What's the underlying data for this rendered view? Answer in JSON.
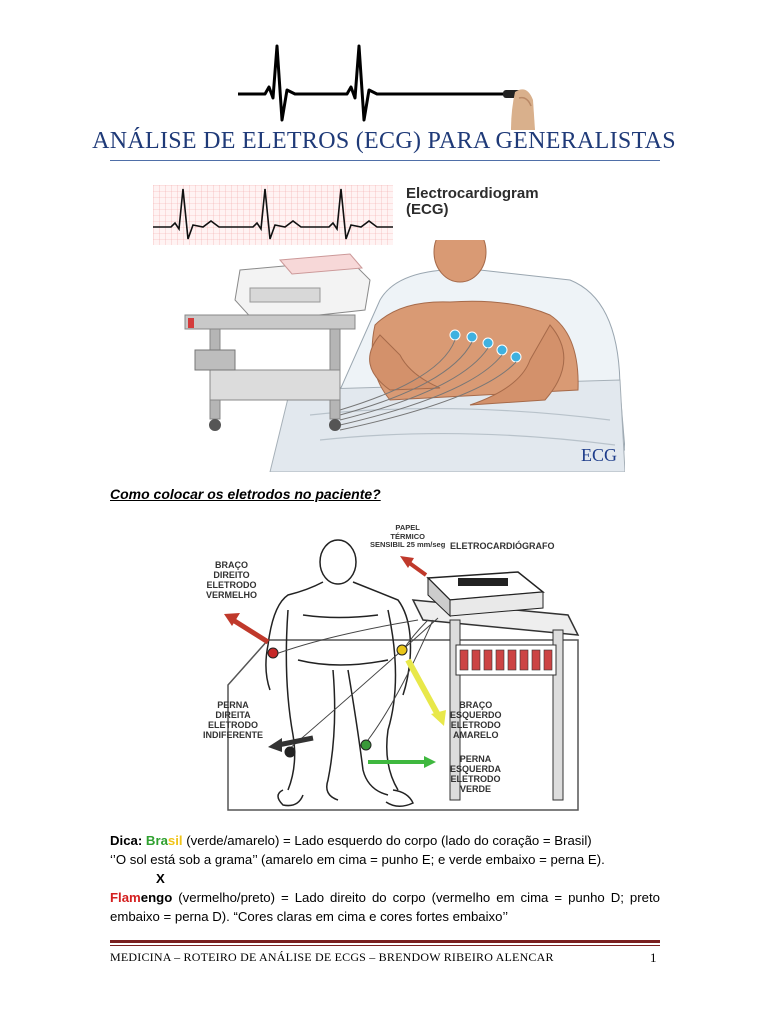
{
  "header": {
    "title": "ANÁLISE DE ELETROS (ECG) PARA GENERALISTAS"
  },
  "figure1": {
    "label_line1": "Electrocardiogram",
    "label_line2": "(ECG)",
    "corner_label": "ECG"
  },
  "section": {
    "heading": "Como colocar os eletrodos no paciente?"
  },
  "figure2": {
    "labels": {
      "paper": "PAPEL\nTÉRMICO\nSENSIBIL 25 mm/seg",
      "device": "ELETROCARDIÓGRAFO",
      "right_arm": "BRAÇO\nDIREITO\nELETRODO\nVERMELHO",
      "right_leg": "PERNA\nDIREITA\nELETRODO\nINDIFERENTE",
      "left_arm": "BRAÇO\nESQUERDO\nELETRODO\nAMARELO",
      "left_leg": "PERNA\nESQUERDA\nELETRODO\nVERDE"
    }
  },
  "tips": {
    "dica_label": "Dica: ",
    "bra": "Bra",
    "sil": "sil",
    "line1_rest": " (verde/amarelo) = Lado esquerdo do corpo (lado do coração = Brasil)",
    "line2": "‘’O sol está sob a grama’’ (amarelo em cima = punho E; e verde embaixo = perna E).",
    "x_mark": "X",
    "flam": "Flam",
    "engo": "engo",
    "line4_rest": " (vermelho/preto) = Lado direito do corpo (vermelho em cima = punho D; preto embaixo = perna D). “Cores claras em cima e cores fortes embaixo’’"
  },
  "footer": {
    "text": "MEDICINA – ROTEIRO DE ANÁLISE DE ECGS – BRENDOW RIBEIRO ALENCAR",
    "page_number": "1"
  },
  "colors": {
    "title": "#1f3a78",
    "footer_rule": "#7a2020",
    "brasil_green": "#2fa02f",
    "brasil_yellow": "#f0c419",
    "flamengo_red": "#d42020"
  }
}
